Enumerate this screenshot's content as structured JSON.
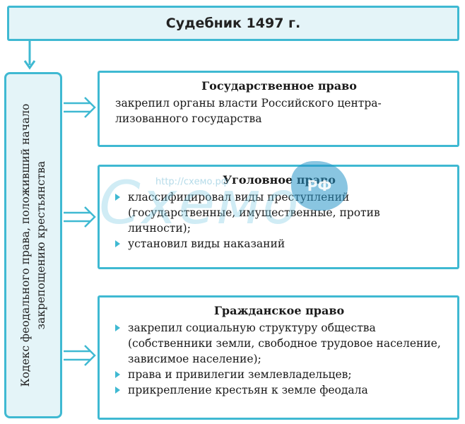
{
  "title": "Судебник 1497 г.",
  "side_label": "Кодекс феодального права, положивший начало закрепощению крестьянства",
  "colors": {
    "accent": "#3fb9d2",
    "fill": "#e4f4f8"
  },
  "bullet_icon": "triangle-right-icon",
  "cards": [
    {
      "title": "Государственное право",
      "text": "закрепил органы власти Российского центра-лизованного государства"
    },
    {
      "title": "Уголовное право",
      "items": [
        "классифицировал виды преступлений (государственные, имущественные, против личности);",
        "установил виды наказаний"
      ]
    },
    {
      "title": "Гражданское право",
      "items": [
        "закрепил социальную структуру общества (собственники земли, свободное трудовое население, зависимое население);",
        "права и привилегии землевладельцев;",
        "прикрепление крестьян к земле феодала"
      ]
    }
  ],
  "watermark": {
    "word": "Схемо",
    "url": "http://схемо.рф",
    "badge": "РФ"
  }
}
